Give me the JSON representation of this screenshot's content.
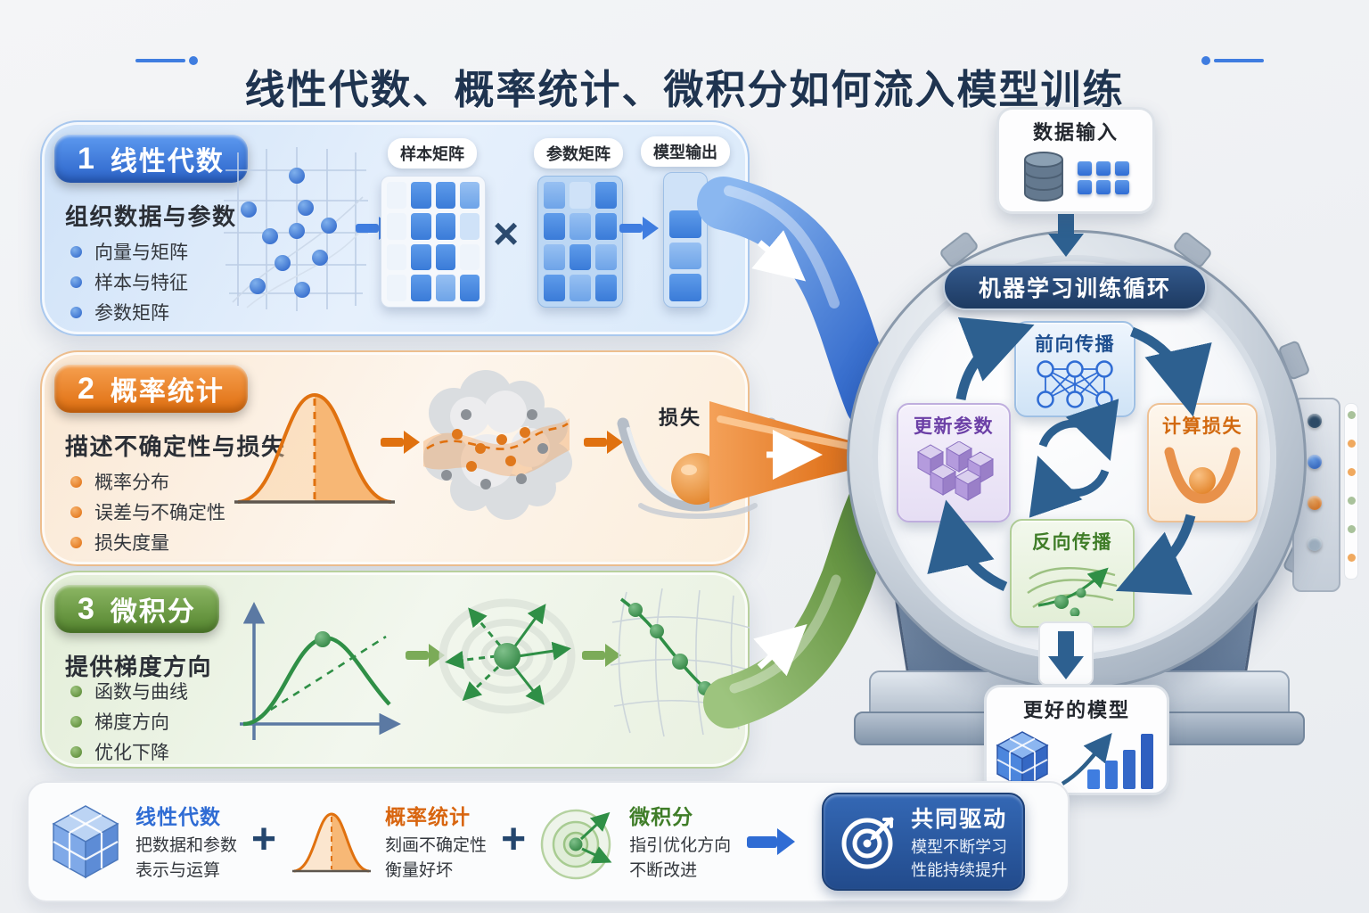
{
  "title": {
    "text": "线性代数、概率统计、微积分如何流入模型训练"
  },
  "sections": [
    {
      "number": "1",
      "name": "线性代数",
      "subtitle": "组织数据与参数",
      "bullets": [
        "向量与矩阵",
        "样本与特征",
        "参数矩阵"
      ],
      "labels": {
        "sample_matrix": "样本矩阵",
        "multiply": "×",
        "param_matrix": "参数矩阵",
        "model_output": "模型输出"
      },
      "accent": "#2f6cd4"
    },
    {
      "number": "2",
      "name": "概率统计",
      "subtitle": "描述不确定性与损失",
      "bullets": [
        "概率分布",
        "误差与不确定性",
        "损失度量"
      ],
      "labels": {
        "loss": "损失"
      },
      "accent": "#e0710f"
    },
    {
      "number": "3",
      "name": "微积分",
      "subtitle": "提供梯度方向",
      "bullets": [
        "函数与曲线",
        "梯度方向",
        "优化下降"
      ],
      "accent": "#55882f"
    }
  ],
  "machine": {
    "input_label": "数据输入",
    "loop_title": "机器学习训练循环",
    "steps": {
      "forward": "前向传播",
      "loss": "计算损失",
      "backward": "反向传播",
      "update": "更新参数"
    },
    "output_label": "更好的模型"
  },
  "summary": {
    "plus": "+",
    "items": [
      {
        "title": "线性代数",
        "line1": "把数据和参数",
        "line2": "表示与运算"
      },
      {
        "title": "概率统计",
        "line1": "刻画不确定性",
        "line2": "衡量好坏"
      },
      {
        "title": "微积分",
        "line1": "指引优化方向",
        "line2": "不断改进"
      }
    ],
    "result": {
      "title": "共同驱动",
      "line1": "模型不断学习",
      "line2": "性能持续提升"
    }
  },
  "colors": {
    "blue": "#2f6cd4",
    "orange": "#e0710f",
    "green": "#55882f",
    "purple": "#6b3fa6",
    "navy": "#1f3450"
  }
}
